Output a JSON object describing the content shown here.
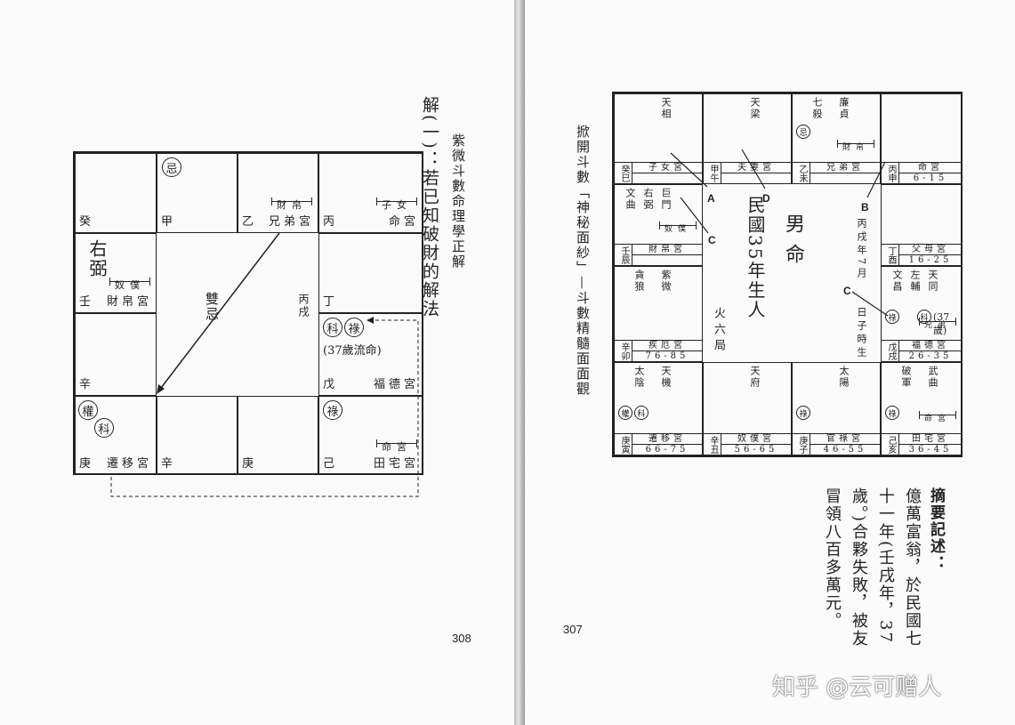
{
  "left_page": {
    "series_title": "紫微斗數命理學正解",
    "section_title": "解(一)：若已知破財的解法",
    "page_number": "308",
    "chart": {
      "cells": [
        {
          "stem": "癸",
          "palace": "",
          "marks": [],
          "bracket": "",
          "stars": ""
        },
        {
          "stem": "甲",
          "palace": "",
          "marks": [],
          "bracket": "",
          "stars": ""
        },
        {
          "stem": "乙",
          "palace": "兄弟宮",
          "marks": [
            "忌"
          ],
          "bracket": "財帛",
          "stars": ""
        },
        {
          "stem": "丙",
          "palace": "命宮",
          "marks": [],
          "bracket": "子女",
          "stars": ""
        },
        {
          "stem": "壬",
          "palace": "財帛宮",
          "marks": [],
          "bracket": "奴僕",
          "stars": "右弼"
        },
        {
          "stem": "丁",
          "palace": "",
          "marks": [],
          "bracket": "",
          "stars": ""
        },
        {
          "stem": "辛",
          "palace": "",
          "marks": [],
          "bracket": "",
          "stars": ""
        },
        {
          "stem": "戊",
          "palace": "福德宮",
          "marks": [
            "科",
            "祿"
          ],
          "bracket": "",
          "stars": "",
          "note": "(37歲流命)"
        },
        {
          "stem": "庚",
          "palace": "遷移宮",
          "marks": [
            "權",
            "科"
          ],
          "bracket": "",
          "stars": ""
        },
        {
          "stem": "辛",
          "palace": "",
          "marks": [],
          "bracket": "",
          "stars": ""
        },
        {
          "stem": "庚",
          "palace": "",
          "marks": [],
          "bracket": "",
          "stars": ""
        },
        {
          "stem": "己",
          "palace": "田宅宮",
          "marks": [
            "祿"
          ],
          "bracket": "命宮",
          "stars": ""
        }
      ],
      "center_label": "雙忌",
      "center_year": "丙戌"
    }
  },
  "right_page": {
    "series_title": "掀開斗數「神秘面紗」—斗數精髓面面觀",
    "page_number": "307",
    "chart": {
      "cells": [
        {
          "stars": "天相",
          "marks": [],
          "sb": "癸巳",
          "palace": "子女宮",
          "age": "",
          "bracket": ""
        },
        {
          "stars": "天梁",
          "marks": [],
          "sb": "甲午",
          "palace": "夫妻宮",
          "age": "",
          "bracket": ""
        },
        {
          "stars": "廉貞 七殺",
          "marks": [
            "忌"
          ],
          "sb": "乙未",
          "palace": "兄弟宮",
          "age": "",
          "bracket": "財帛"
        },
        {
          "stars": "",
          "marks": [],
          "sb": "丙申",
          "palace": "命宮",
          "age": "6-15",
          "bracket": ""
        },
        {
          "stars": "巨門 右弼 文曲",
          "marks": [],
          "sb": "壬辰",
          "palace": "財帛宮",
          "age": "",
          "bracket": "奴僕"
        },
        {
          "stars": "",
          "marks": [],
          "sb": "丁酉",
          "palace": "父母宮",
          "age": "16-25",
          "bracket": ""
        },
        {
          "stars": "紫微 貪狼",
          "marks": [],
          "sb": "辛卯",
          "palace": "疾厄宮",
          "age": "76-85",
          "bracket": ""
        },
        {
          "stars": "天同 左輔 文昌",
          "marks": [
            "祿",
            "科"
          ],
          "note": "(37歲)",
          "sb": "戊戌",
          "palace": "福德宮",
          "age": "26-35",
          "bracket": "兄弟"
        },
        {
          "stars": "天機 太陰",
          "marks": [
            "權",
            "科"
          ],
          "sb": "庚寅",
          "palace": "遷移宮",
          "age": "66-75",
          "bracket": ""
        },
        {
          "stars": "天府",
          "marks": [],
          "sb": "辛丑",
          "palace": "奴僕宮",
          "age": "56-65",
          "bracket": ""
        },
        {
          "stars": "太陽",
          "marks": [
            "祿"
          ],
          "sb": "庚子",
          "palace": "官祿宮",
          "age": "46-55",
          "bracket": ""
        },
        {
          "stars": "武曲 破軍",
          "marks": [
            "祿"
          ],
          "sb": "己亥",
          "palace": "田宅宮",
          "age": "36-45",
          "bracket": "命宮"
        }
      ],
      "center": {
        "gender": "男命",
        "birth": "民國35年生人",
        "bureau": "火六局",
        "date": "丙戌年7月",
        "hour": "日子時生"
      },
      "letters": [
        "A",
        "D",
        "C",
        "B",
        "C"
      ]
    },
    "summary_title": "摘要記述：",
    "summary_text": "億萬富翁，於民國七十一年(壬戌年，37歲。)合夥失敗，被友冒領八百多萬元。",
    "watermark": "知乎 @云可赠人"
  }
}
